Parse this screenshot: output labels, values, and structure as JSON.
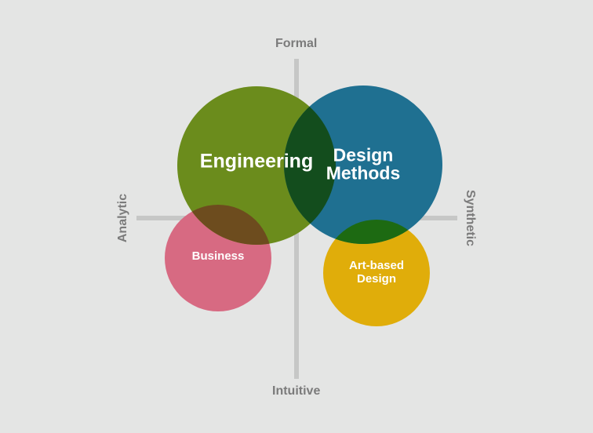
{
  "axes": {
    "top": "Formal",
    "bottom": "Intuitive",
    "left": "Analytic",
    "right": "Synthetic"
  },
  "circles": {
    "engineering": {
      "label": "Engineering",
      "color": "#6b8c1c"
    },
    "design_methods": {
      "label_line1": "Design",
      "label_line2": "Methods",
      "color": "#1f7091"
    },
    "business": {
      "label": "Business",
      "color": "#d76a82"
    },
    "art_based_design": {
      "label_line1": "Art-based",
      "label_line2": "Design",
      "color": "#e0ad0a"
    }
  },
  "colors": {
    "background": "#e4e5e4",
    "axis_line": "#c6c7c6",
    "axis_text": "#7b7b7b",
    "overlap_eng_design": "#134d1d",
    "overlap_eng_business": "#6d4c1e",
    "overlap_design_art": "#1d6a12"
  }
}
